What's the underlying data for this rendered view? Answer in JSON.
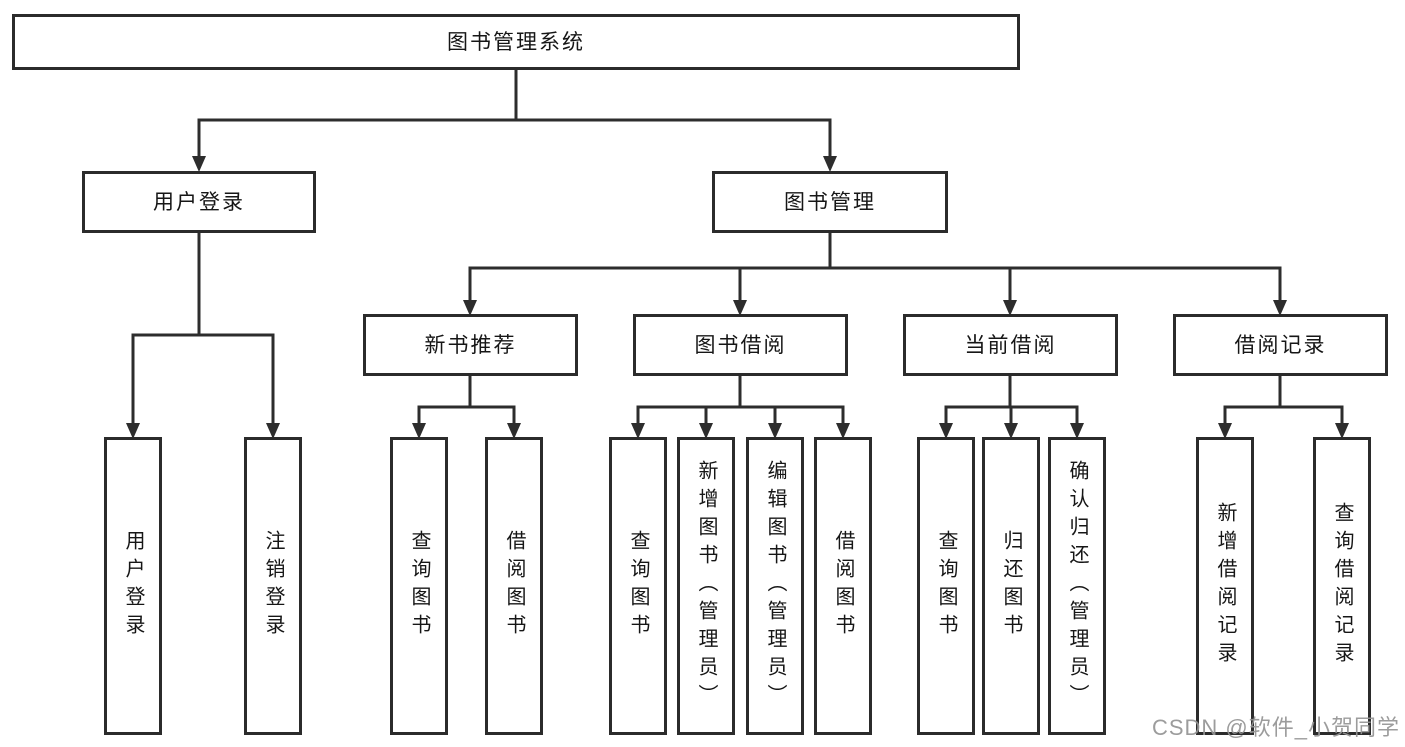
{
  "diagram": {
    "root": {
      "label": "图书管理系统"
    },
    "level1": [
      {
        "label": "用户登录"
      },
      {
        "label": "图书管理"
      }
    ],
    "level2": [
      {
        "label": "新书推荐"
      },
      {
        "label": "图书借阅"
      },
      {
        "label": "当前借阅"
      },
      {
        "label": "借阅记录"
      }
    ],
    "leaves": {
      "user": [
        "用户登录",
        "注销登录"
      ],
      "newbook": [
        "查询图书",
        "借阅图书"
      ],
      "borrow": [
        "查询图书",
        "新增图书（管理员）",
        "编辑图书（管理员）",
        "借阅图书"
      ],
      "current": [
        "查询图书",
        "归还图书",
        "确认归还（管理员）"
      ],
      "record": [
        "新增借阅记录",
        "查询借阅记录"
      ]
    },
    "colors": {
      "line": "#2d2d2d",
      "border": "#2b2b2b",
      "text": "#161616",
      "background": "#ffffff"
    }
  },
  "watermark": {
    "text": "CSDN @软件_小贺同学",
    "color": "#949494"
  }
}
